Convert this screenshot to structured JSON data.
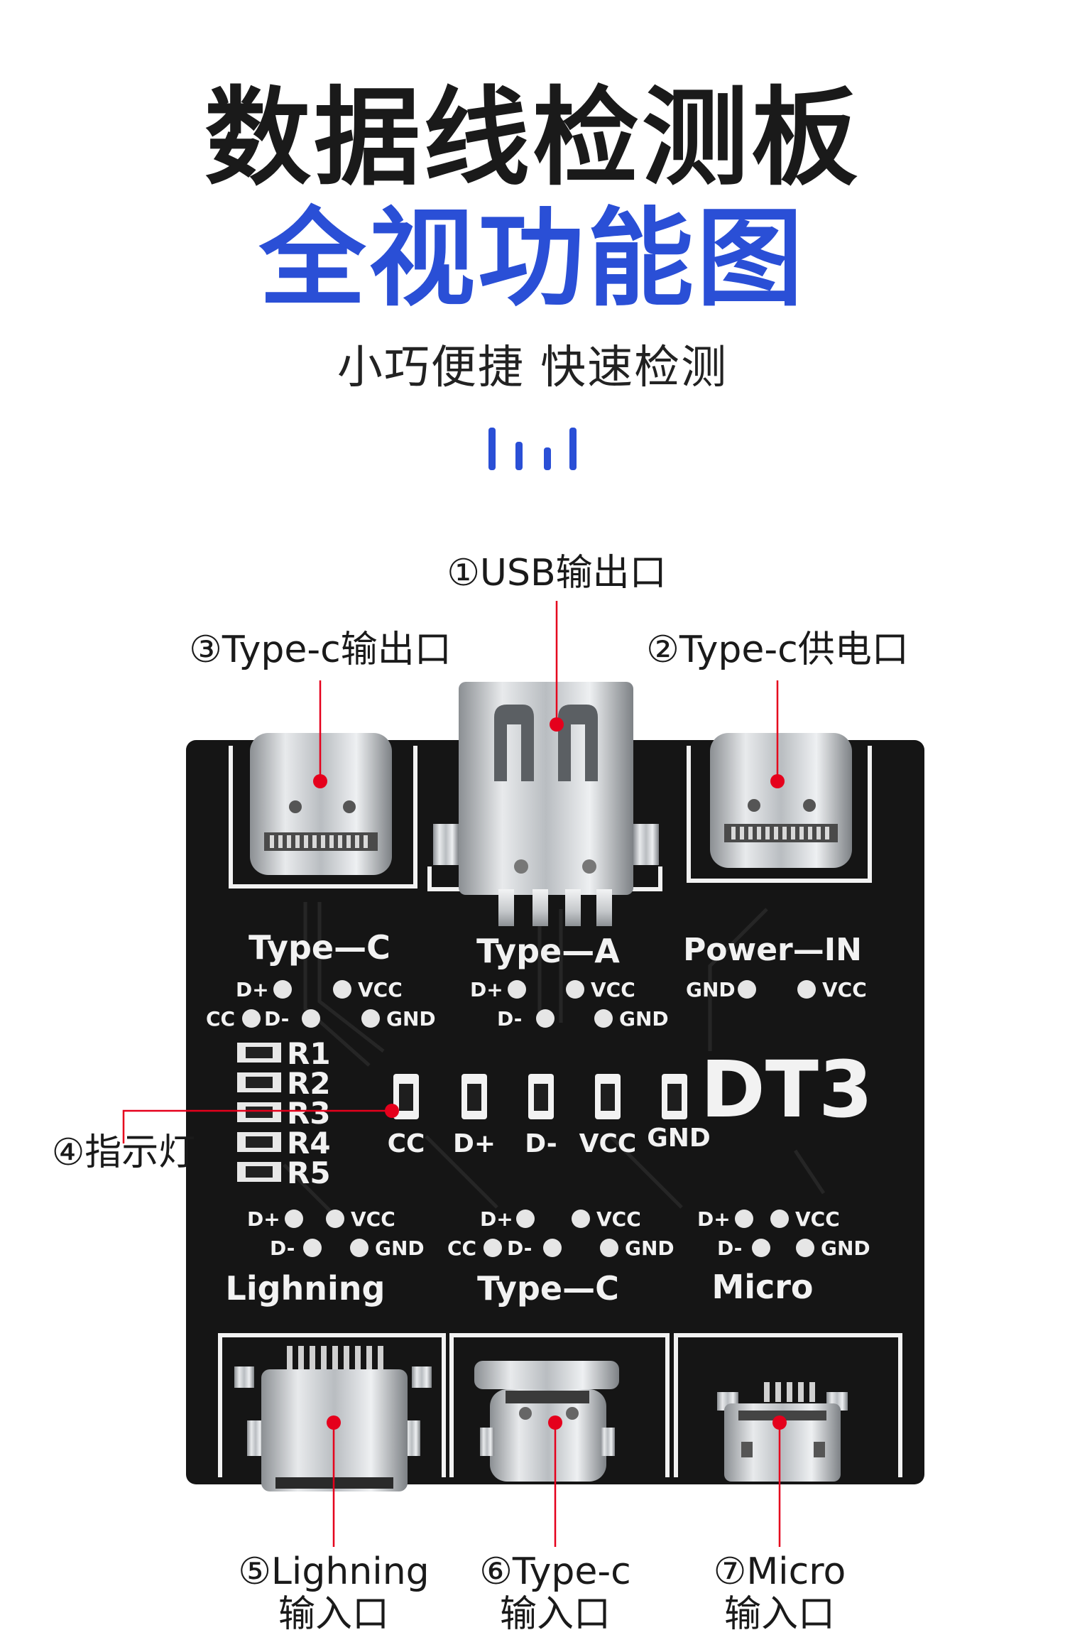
{
  "header": {
    "title_line1": "数据线检测板",
    "title_line2": "全视功能图",
    "subtitle": "小巧便捷  快速检测"
  },
  "colors": {
    "accent_blue": "#2a4fd6",
    "title_dark": "#1a1a1a",
    "board_black": "#151515",
    "silkscreen_white": "#f2f2f2",
    "callout_red": "#e5001c"
  },
  "callouts": {
    "usb_out": "①USB输出口",
    "typec_power": "②Type-c供电口",
    "typec_out": "③Type-c输出口",
    "indicator": "④指示灯",
    "lightning_in_l1": "⑤Lighning",
    "lightning_in_l2": "输入口",
    "typec_in_l1": "⑥Type-c",
    "typec_in_l2": "输入口",
    "micro_in_l1": "⑦Micro",
    "micro_in_l2": "输入口"
  },
  "board": {
    "model": "DT3",
    "top_labels": {
      "typec": "Type—C",
      "typea": "Type—A",
      "power": "Power—IN"
    },
    "bottom_labels": {
      "lightning": "Lighning",
      "typec": "Type—C",
      "micro": "Micro"
    },
    "pins": {
      "dplus": "D+",
      "dminus": "D-",
      "vcc": "VCC",
      "gnd": "GND",
      "cc": "CC"
    },
    "resistors": [
      "R1",
      "R2",
      "R3",
      "R4",
      "R5"
    ],
    "led_labels": [
      "CC",
      "D+",
      "D-",
      "VCC",
      "GND"
    ]
  }
}
